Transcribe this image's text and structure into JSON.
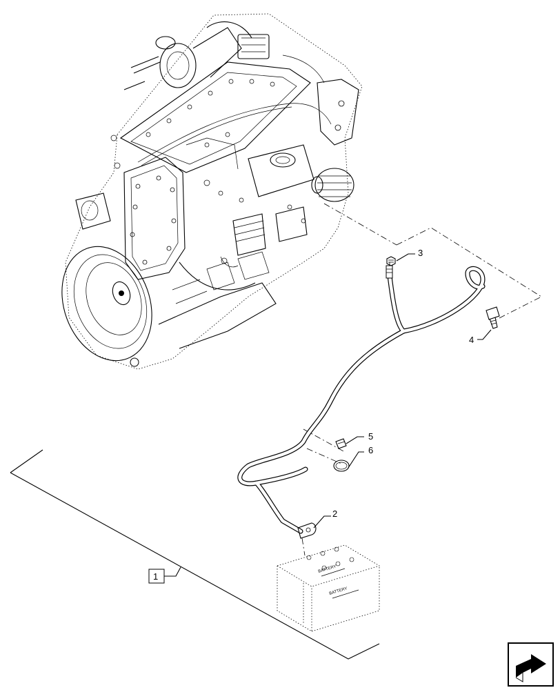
{
  "callouts": {
    "item_1": "1",
    "item_2": "2",
    "item_3": "3",
    "item_4": "4",
    "item_5": "5",
    "item_6": "6"
  },
  "battery": {
    "label_top": "BATTERY",
    "label_front": "BATTERY"
  },
  "icons": {
    "navigation": "next-page-arrow-icon"
  },
  "colors": {
    "line": "#000000",
    "background": "#ffffff"
  }
}
